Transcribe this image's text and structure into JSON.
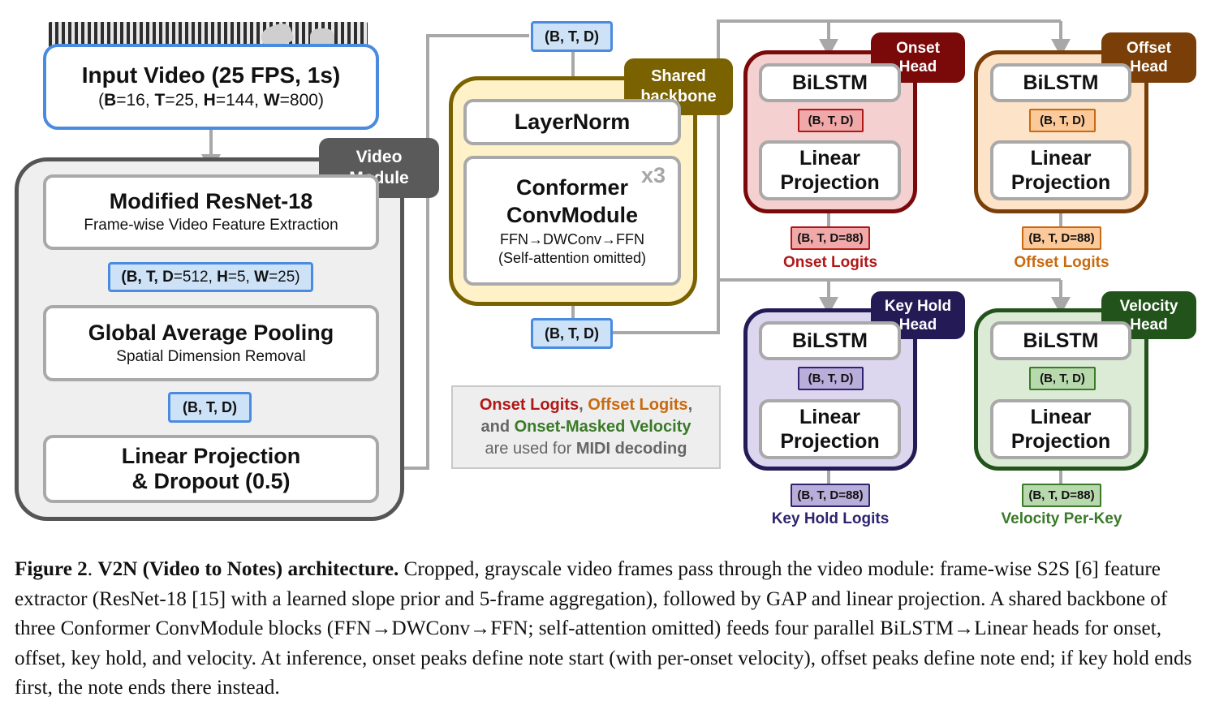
{
  "input": {
    "title": "Input Video (25 FPS, 1s)",
    "dims": [
      {
        "k": "B",
        "v": "=16, "
      },
      {
        "k": "T",
        "v": "=25, "
      },
      {
        "k": "H",
        "v": "=144, "
      },
      {
        "k": "W",
        "v": "=800)"
      }
    ]
  },
  "video_module": {
    "tag_line1": "Video",
    "tag_line2": "Module",
    "resnet_title": "Modified ResNet-18",
    "resnet_sub": "Frame-wise Video Feature Extraction",
    "shape1": {
      "pre": "(",
      "b": "B",
      "sep": ", ",
      "t": "T",
      "sep2": ", ",
      "d": "D",
      "dv": "=512, ",
      "h": "H",
      "hv": "=5, ",
      "w": "W",
      "wv": "=25)"
    },
    "gap_title": "Global Average Pooling",
    "gap_sub": "Spatial Dimension Removal",
    "shape2": "(B, T, D)",
    "lin_line1": "Linear Projection",
    "lin_line2": "& Dropout (0.5)"
  },
  "backbone": {
    "top_shape": "(B, T, D)",
    "tag_line1": "Shared",
    "tag_line2": "backbone",
    "layernorm": "LayerNorm",
    "conformer_line1": "Conformer",
    "conformer_line2": "ConvModule",
    "conformer_sub1": "FFN→DWConv→FFN",
    "conformer_sub2": "(Self-attention omitted)",
    "repeat": "x3",
    "bottom_shape": "(B, T, D)"
  },
  "heads": {
    "onset": {
      "tag1": "Onset",
      "tag2": "Head",
      "bilstm": "BiLSTM",
      "mid": "(B, T, D)",
      "lin1": "Linear",
      "lin2": "Projection",
      "out": "(B, T, D=88)",
      "logits": "Onset Logits"
    },
    "offset": {
      "tag1": "Offset",
      "tag2": "Head",
      "bilstm": "BiLSTM",
      "mid": "(B, T, D)",
      "lin1": "Linear",
      "lin2": "Projection",
      "out": "(B, T, D=88)",
      "logits": "Offset Logits"
    },
    "keyhold": {
      "tag1": "Key Hold",
      "tag2": "Head",
      "bilstm": "BiLSTM",
      "mid": "(B, T, D)",
      "lin1": "Linear",
      "lin2": "Projection",
      "out": "(B, T, D=88)",
      "logits": "Key Hold Logits"
    },
    "velocity": {
      "tag1": "Velocity",
      "tag2": "Head",
      "bilstm": "BiLSTM",
      "mid": "(B, T, D)",
      "lin1": "Linear",
      "lin2": "Projection",
      "out": "(B, T, D=88)",
      "logits": "Velocity Per-Key"
    }
  },
  "legend": {
    "onset": "Onset Logits",
    "comma1": ", ",
    "offset": "Offset Logits",
    "comma2": ",",
    "and": "and ",
    "velocity": "Onset-Masked Velocity",
    "pre_midi": "are used for ",
    "midi": "MIDI decoding"
  },
  "colors": {
    "onset": "#7a0a0a",
    "onset_fill": "#f5d0d0",
    "onset_mini": "#f0a8a8",
    "onset_text": "#b01818",
    "offset": "#7a3f08",
    "offset_fill": "#fde3c7",
    "offset_mini": "#fbc99a",
    "offset_text": "#c86a10",
    "keyhold": "#241a55",
    "keyhold_fill": "#dcd6ee",
    "keyhold_mini": "#b9add9",
    "keyhold_text": "#2e2470",
    "velocity": "#22531a",
    "velocity_fill": "#dcebd6",
    "velocity_mini": "#b7d9ad",
    "velocity_text": "#3a7a28"
  },
  "caption": {
    "label": "Figure 2",
    "dot": ". ",
    "title": "V2N (Video to Notes) architecture.",
    "body": " Cropped, grayscale video frames pass through the video module: frame-wise S2S [6] feature extractor (ResNet-18 [15] with a learned slope prior and 5-frame aggregation), followed by GAP and linear projection. A shared backbone of three Conformer ConvModule blocks (FFN→DWConv→FFN; self-attention omitted) feeds four parallel BiLSTM→Linear heads for onset, offset, key hold, and velocity. At inference, onset peaks define note start (with per-onset velocity), offset peaks define note end; if key hold ends first, the note ends there instead."
  }
}
